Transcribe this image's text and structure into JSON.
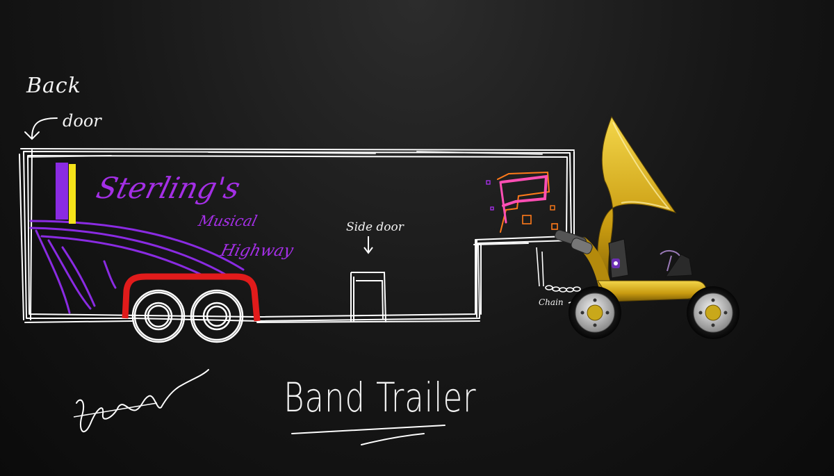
{
  "labels": {
    "back": "Back",
    "door": "door",
    "side_door": "Side door",
    "chain": "Chain",
    "title": "Band Trailer",
    "brand_line1": "Sterling's",
    "brand_line2": "Musical",
    "brand_line3": "Highway",
    "signature": "Dillon Miguel"
  },
  "colors": {
    "background": "#161616",
    "sketch": "#ffffff",
    "stripe_purple": "#8a2be2",
    "brand_text": "#a42fe6",
    "stripe_yellow": "#f5e31a",
    "fender": "#e11b1b",
    "logo_pink": "#ff4fb4",
    "logo_orange": "#ff7a1a",
    "vehicle_body": "#d9ae14",
    "wheel_rim": "#c9c9c9",
    "hub": "#c9a81a"
  }
}
